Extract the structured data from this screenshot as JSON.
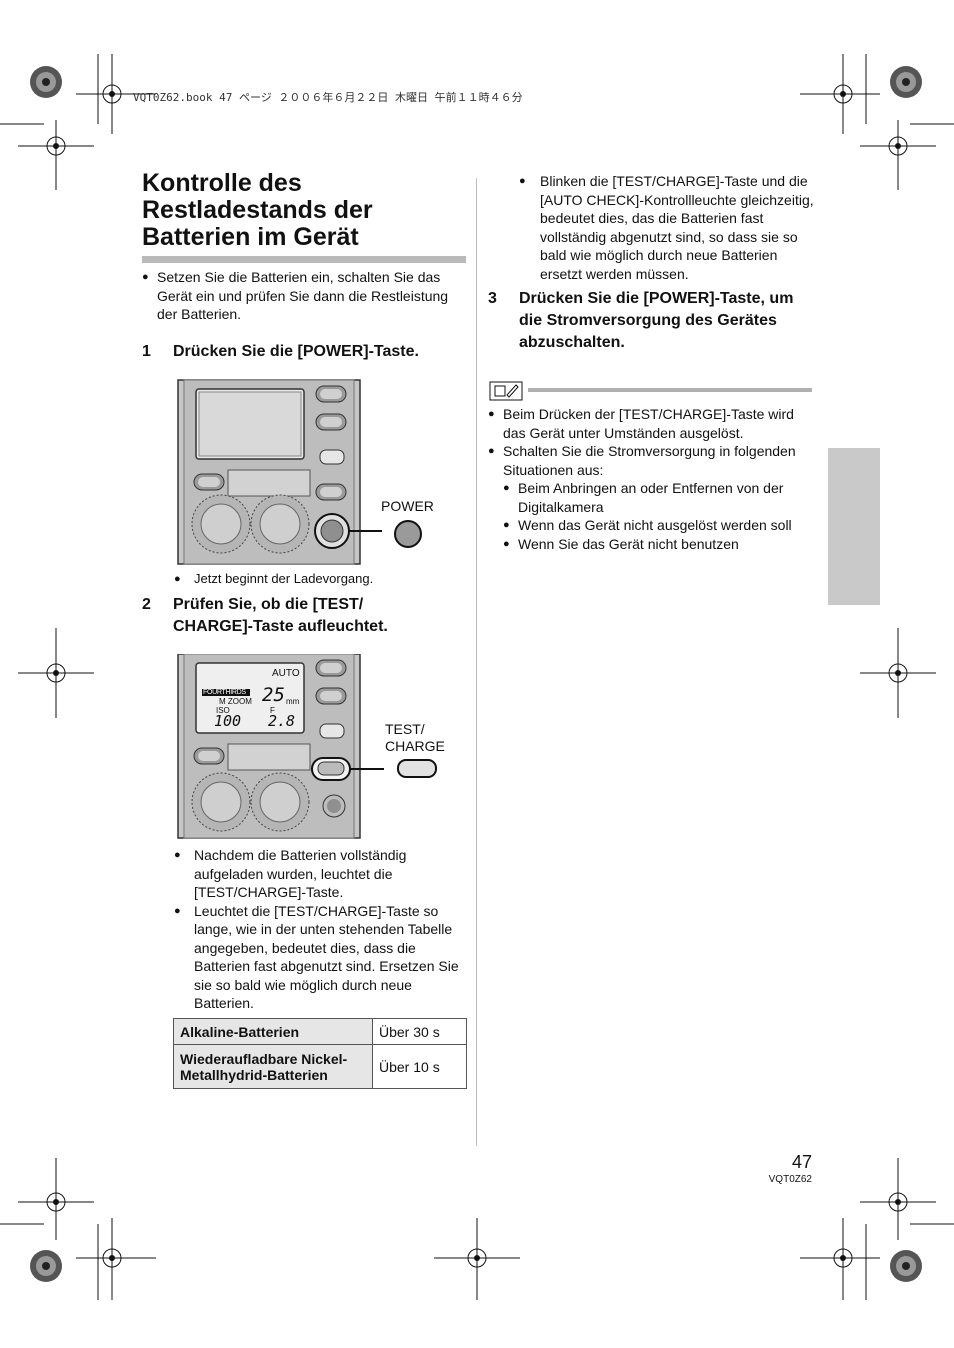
{
  "header": {
    "print_line": "VQT0Z62.book  47 ページ  ２００６年６月２２日  木曜日  午前１１時４６分"
  },
  "title": "Kontrolle des Restladestands der Batterien im Gerät",
  "intro_bullet": "Setzen Sie die Batterien ein, schalten Sie das Gerät ein und prüfen Sie dann die Restleistung der Batterien.",
  "step1": {
    "num": "1",
    "text": "Drücken Sie die [POWER]-Taste."
  },
  "figure1": {
    "callout": "POWER"
  },
  "step1_bullet": "Jetzt beginnt der Ladevorgang.",
  "step2": {
    "num": "2",
    "text": "Prüfen Sie, ob die [TEST/ CHARGE]-Taste aufleuchtet."
  },
  "figure2": {
    "callout_line1": "TEST/",
    "callout_line2": "CHARGE",
    "lcd": {
      "mode": "AUTO",
      "badge": "FOURTHIRDS",
      "zoom_label": "M ZOOM",
      "zoom_value": "25",
      "zoom_unit": "mm",
      "iso_label": "ISO",
      "iso_value": "100",
      "f_label": "F",
      "f_value": "2.8"
    }
  },
  "step2_bullets": [
    "Nachdem die Batterien vollständig aufgeladen wurden, leuchtet die [TEST/CHARGE]-Taste.",
    "Leuchtet die [TEST/CHARGE]-Taste so lange, wie in der unten stehenden Tabelle angegeben, bedeutet dies, dass die Batterien fast abgenutzt sind. Ersetzen Sie sie so bald wie möglich durch neue Batterien."
  ],
  "table": {
    "rows": [
      {
        "type": "Alkaline-Batterien",
        "time": "Über 30 s"
      },
      {
        "type": "Wiederaufladbare Nickel-Metallhydrid-Batterien",
        "time": "Über 10 s"
      }
    ]
  },
  "right_top_bullet": "Blinken die [TEST/CHARGE]-Taste und die [AUTO CHECK]-Kontrollleuchte gleichzeitig, bedeutet dies, das die Batterien fast vollständig abgenutzt sind, so dass sie so bald wie möglich durch neue Batterien ersetzt werden müssen.",
  "step3": {
    "num": "3",
    "text": "Drücken Sie die [POWER]-Taste, um die Stromversorgung des Gerätes abzuschalten."
  },
  "notes": [
    "Beim Drücken der [TEST/CHARGE]-Taste wird das Gerät unter Umständen ausgelöst.",
    "Schalten Sie die Stromversorgung in folgenden Situationen aus:"
  ],
  "sub_notes": [
    "Beim Anbringen an oder Entfernen von der Digitalkamera",
    "Wenn das Gerät nicht ausgelöst werden soll",
    "Wenn Sie das Gerät nicht benutzen"
  ],
  "footer": {
    "page_number": "47",
    "code": "VQT0Z62"
  }
}
